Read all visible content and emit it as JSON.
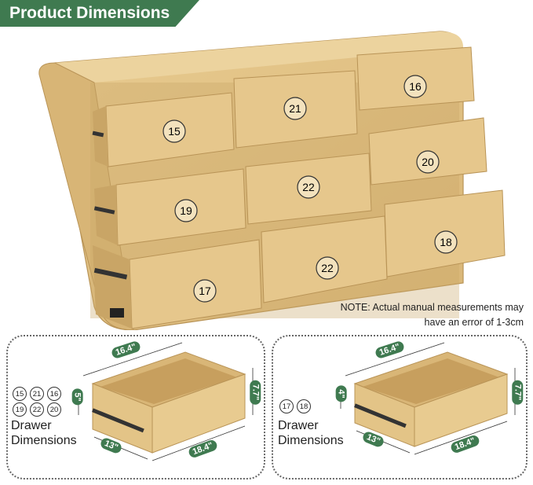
{
  "header": {
    "title": "Product Dimensions"
  },
  "drawers": [
    {
      "num": "15"
    },
    {
      "num": "21"
    },
    {
      "num": "16"
    },
    {
      "num": "19"
    },
    {
      "num": "22"
    },
    {
      "num": "20"
    },
    {
      "num": "17"
    },
    {
      "num": "22"
    },
    {
      "num": "18"
    }
  ],
  "note": {
    "line1": "NOTE: Actual manual measurements may",
    "line2": "have an error of 1-3cm"
  },
  "panel_left": {
    "numbers": [
      "15",
      "21",
      "16",
      "19",
      "22",
      "20"
    ],
    "label_line1": "Drawer",
    "label_line2": "Dimensions",
    "top_depth": "16.4\"",
    "bottom_width": "18.4\"",
    "side_depth": "13\"",
    "inner_height": "5\"",
    "outer_height": "7.7\""
  },
  "panel_right": {
    "numbers": [
      "17",
      "18"
    ],
    "label_line1": "Drawer",
    "label_line2": "Dimensions",
    "top_depth": "16.4\"",
    "bottom_width": "18.4\"",
    "side_depth": "13\"",
    "inner_height": "4\"",
    "outer_height": "7.7\""
  },
  "colors": {
    "accent": "#3f7a50",
    "wood": "#e2c283",
    "wood_dark": "#c9a566"
  }
}
